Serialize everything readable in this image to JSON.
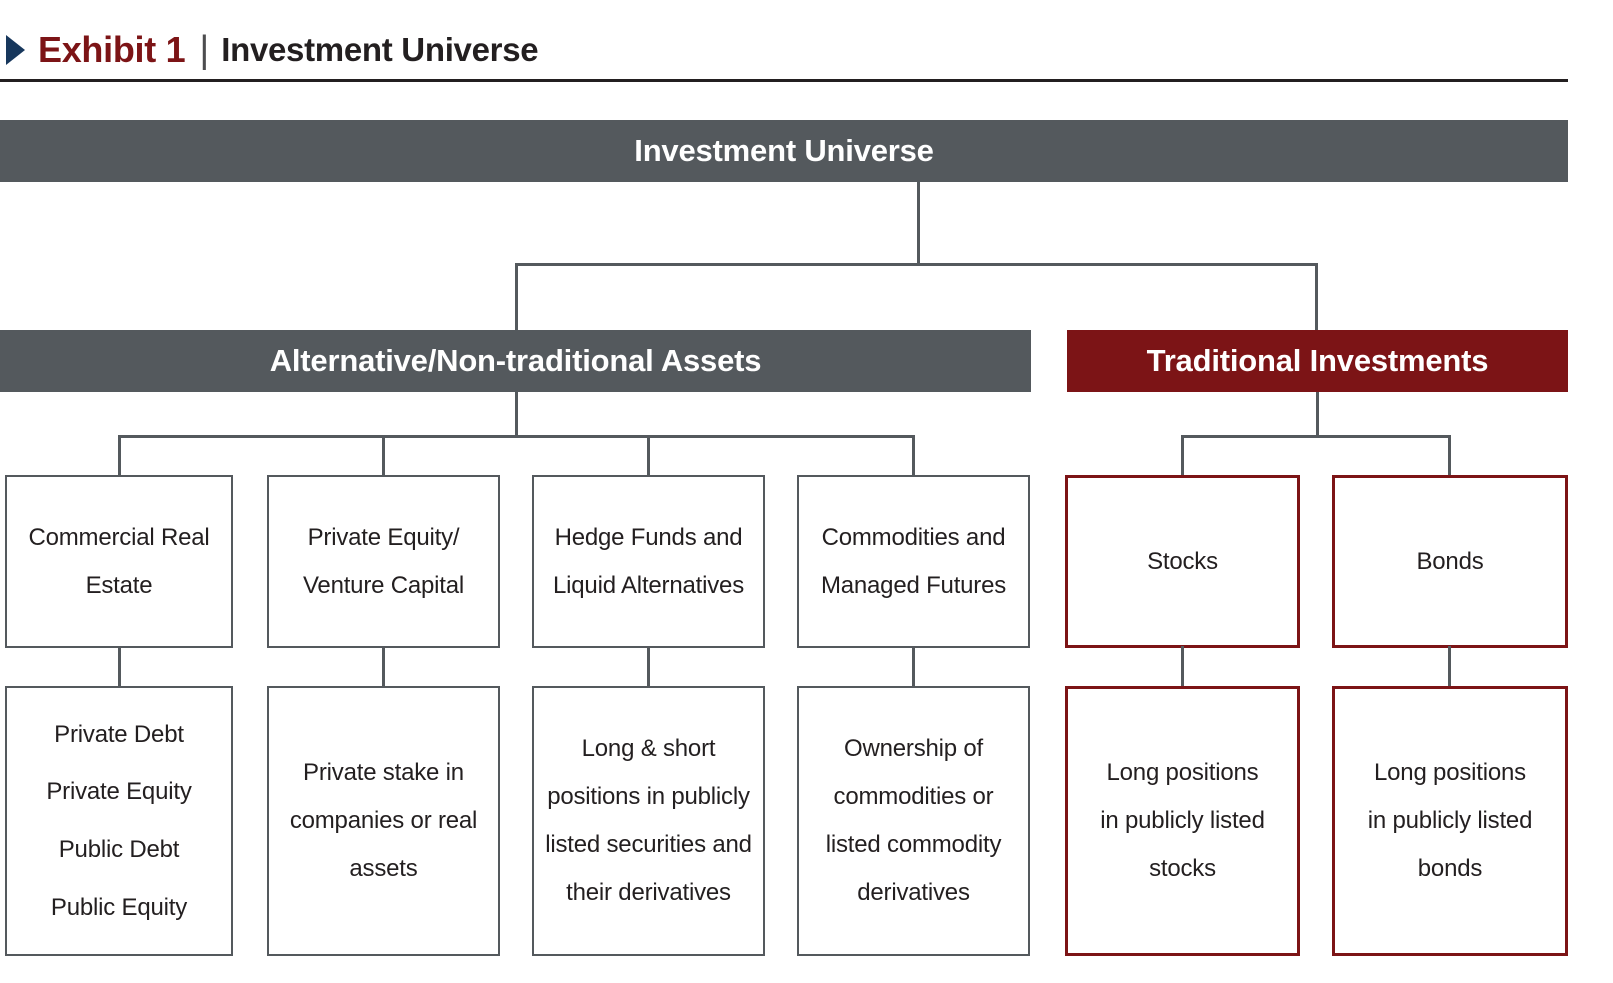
{
  "colors": {
    "gray": "#54595D",
    "maroon": "#7C1416",
    "navy": "#17375C",
    "text": "#231F20"
  },
  "header": {
    "exhibit_label": "Exhibit 1",
    "separator": "|",
    "title": "Investment Universe"
  },
  "chart": {
    "root": "Investment Universe",
    "alternative": {
      "title": "Alternative/Non-traditional Assets",
      "children": [
        {
          "title": "Commercial Real\nEstate",
          "detail": "Private Debt\nPrivate Equity\nPublic Debt\nPublic Equity"
        },
        {
          "title": "Private Equity/\nVenture Capital",
          "detail": "Private stake in\ncompanies or real\nassets"
        },
        {
          "title": "Hedge Funds and\nLiquid Alternatives",
          "detail": "Long & short\npositions in publicly\nlisted securities and\ntheir derivatives"
        },
        {
          "title": "Commodities and\nManaged Futures",
          "detail": "Ownership of\ncommodities or\nlisted commodity\nderivatives"
        }
      ]
    },
    "traditional": {
      "title": "Traditional Investments",
      "children": [
        {
          "title": "Stocks",
          "detail": "Long positions\nin publicly listed\nstocks"
        },
        {
          "title": "Bonds",
          "detail": "Long positions\nin publicly listed\nbonds"
        }
      ]
    }
  }
}
